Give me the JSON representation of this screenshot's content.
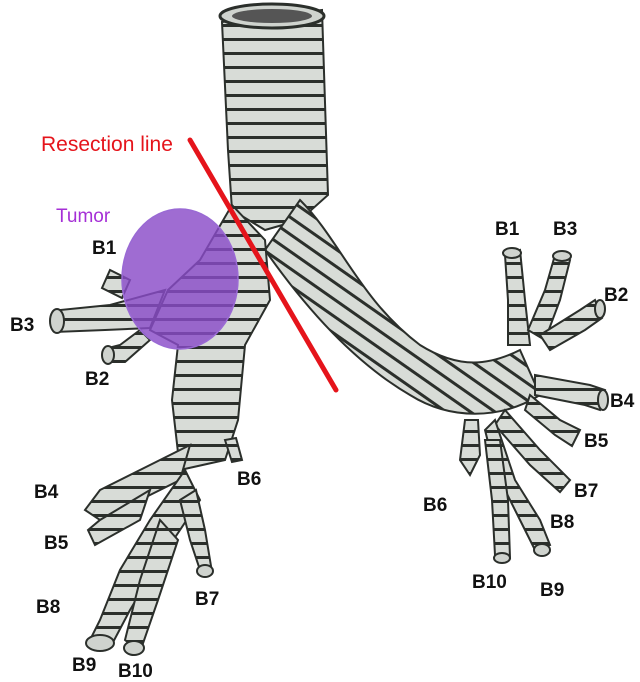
{
  "annotations": {
    "resection_line": "Resection line",
    "tumor": "Tumor"
  },
  "right_lung_labels": {
    "b1": "B1",
    "b2": "B2",
    "b3": "B3",
    "b4": "B4",
    "b5": "B5",
    "b6": "B6",
    "b7": "B7",
    "b8": "B8",
    "b9": "B9",
    "b10": "B10"
  },
  "left_lung_labels": {
    "b1": "B1",
    "b2": "B2",
    "b3": "B3",
    "b4": "B4",
    "b5": "B5",
    "b6": "B6",
    "b7": "B7",
    "b8": "B8",
    "b9": "B9",
    "b10": "B10"
  },
  "colors": {
    "airway_fill": "#d8dcd7",
    "airway_ring": "#2b2f2b",
    "tumor_fill": "#8a4cc8",
    "resection_line": "#e5141b",
    "resection_text": "#e5141b",
    "tumor_text": "#a52fd6"
  }
}
